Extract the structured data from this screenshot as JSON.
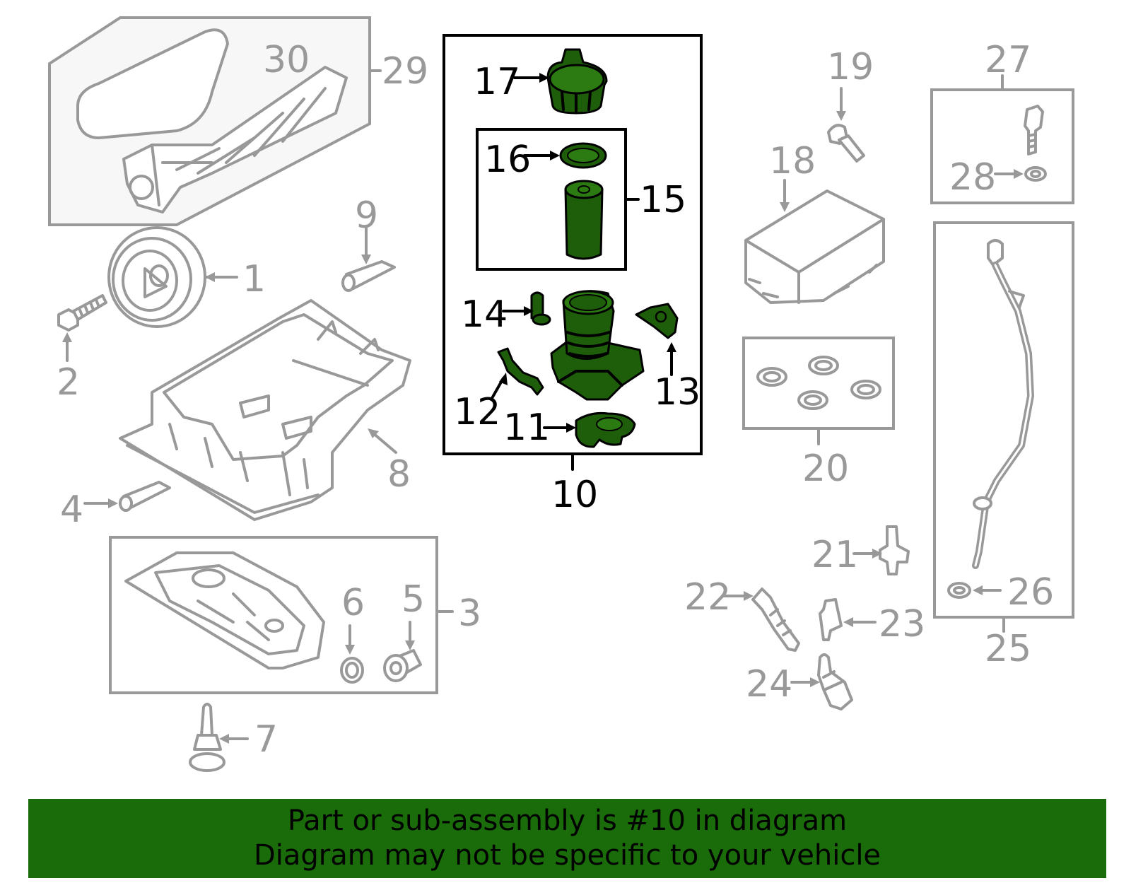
{
  "diagram": {
    "callouts": {
      "c1": "1",
      "c2": "2",
      "c3": "3",
      "c4": "4",
      "c5": "5",
      "c6": "6",
      "c7": "7",
      "c8": "8",
      "c9": "9",
      "c10": "10",
      "c11": "11",
      "c12": "12",
      "c13": "13",
      "c14": "14",
      "c15": "15",
      "c16": "16",
      "c17": "17",
      "c18": "18",
      "c19": "19",
      "c20": "20",
      "c21": "21",
      "c22": "22",
      "c23": "23",
      "c24": "24",
      "c25": "25",
      "c26": "26",
      "c27": "27",
      "c28": "28",
      "c29": "29",
      "c30": "30"
    },
    "highlight_color": "#1e5e0a",
    "line_color_gray": "#999999",
    "line_color_black": "#000000"
  },
  "banner": {
    "line1": "Part or sub-assembly is #10 in diagram",
    "line2": "Diagram may not be specific to your vehicle",
    "background": "#1a6b0a"
  }
}
